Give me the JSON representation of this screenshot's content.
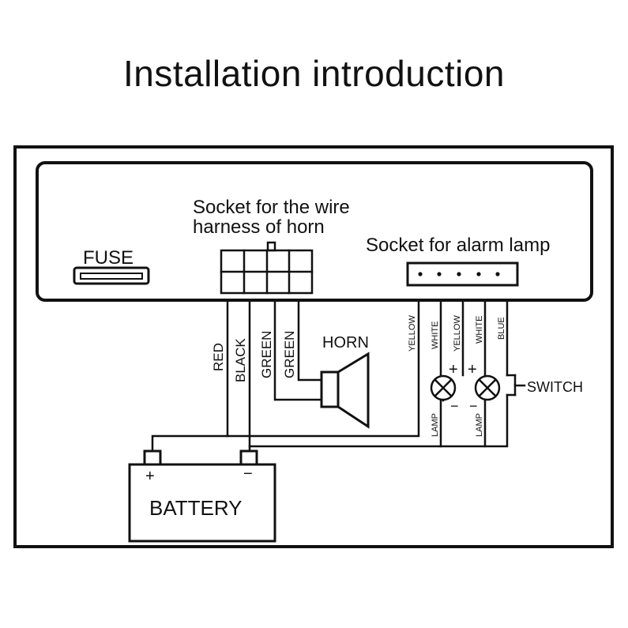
{
  "title": "Installation introduction",
  "labels": {
    "fuse": "FUSE",
    "horn_socket_line1": "Socket for the wire",
    "horn_socket_line2": "harness of horn",
    "alarm_socket": "Socket for alarm lamp",
    "horn": "HORN",
    "switch": "SWITCH",
    "battery": "BATTERY",
    "battery_plus": "+",
    "battery_minus": "−",
    "lamp1_plus": "+",
    "lamp1_minus": "−",
    "lamp2_plus": "+",
    "lamp2_minus": "−",
    "lamp1": "LAMP",
    "lamp2": "LAMP"
  },
  "wires": {
    "red": "RED",
    "black": "BLACK",
    "green1": "GREEN",
    "green2": "GREEN",
    "yellow1": "YELLOW",
    "white1": "WHITE",
    "yellow2": "YELLOW",
    "white2": "WHITE",
    "blue": "BLUE"
  },
  "colors": {
    "line": "#111111",
    "background": "#ffffff"
  }
}
